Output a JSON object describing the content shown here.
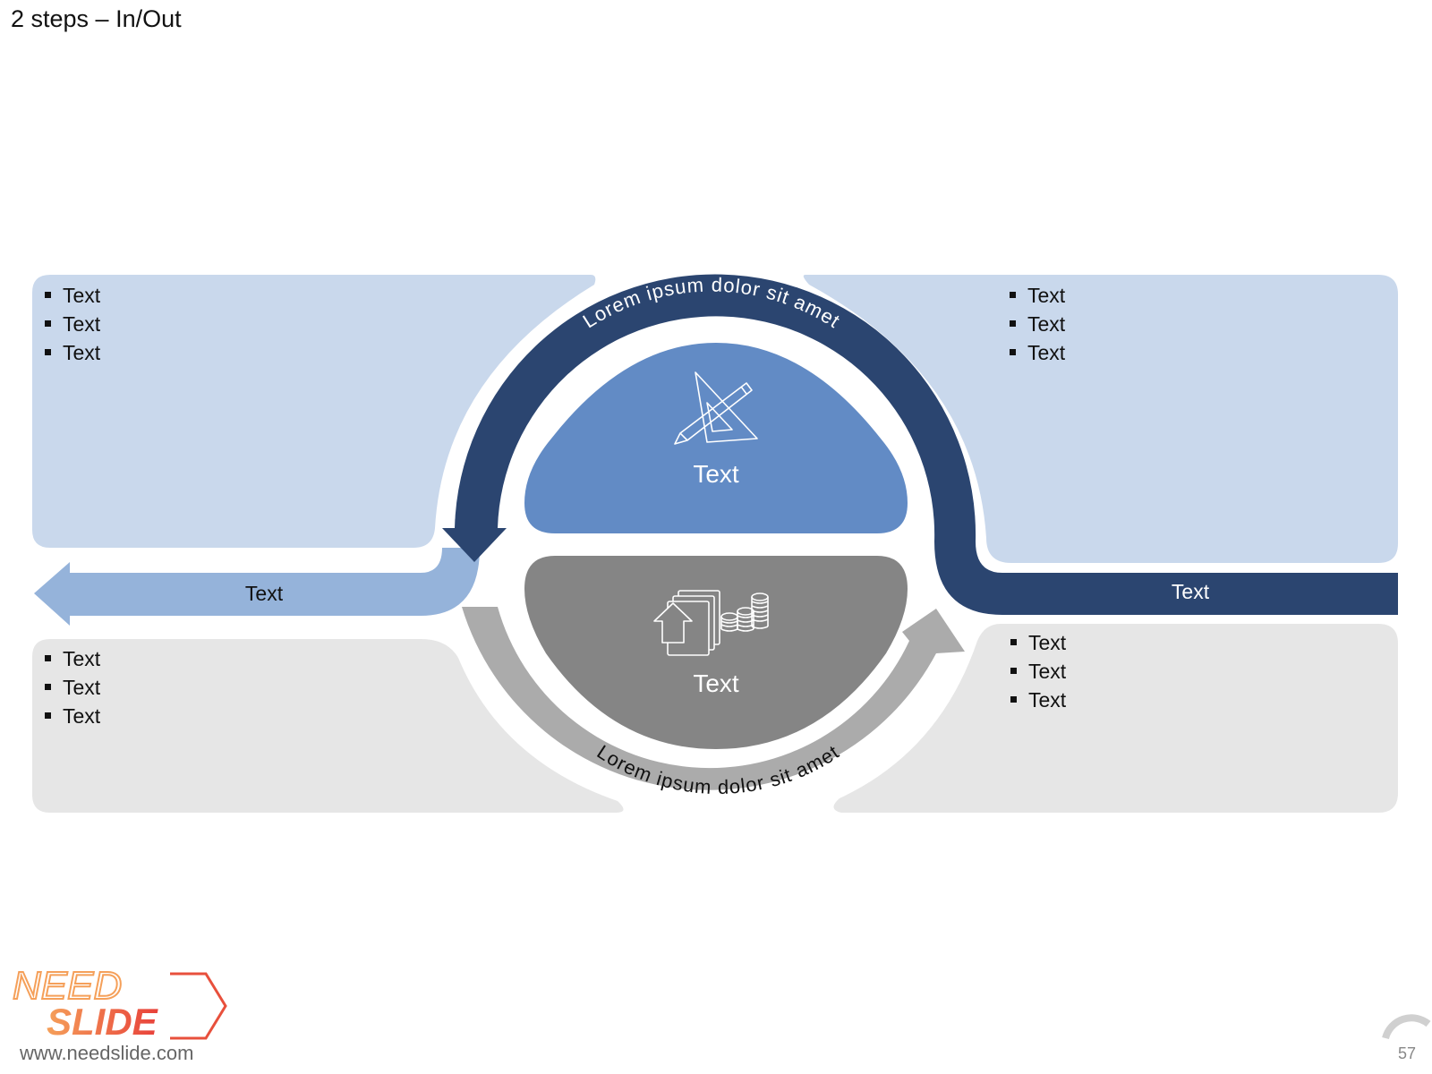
{
  "slide": {
    "title": "2 steps – In/Out",
    "page_number": "57"
  },
  "top_arc": {
    "label": "Lorem ipsum dolor sit amet",
    "color": "#2b4570"
  },
  "bottom_arc": {
    "label": "Lorem ipsum dolor sit amet",
    "color": "#ababab"
  },
  "center_top": {
    "label": "Text",
    "color": "#628bc5",
    "icon": "drafting-tools-icon"
  },
  "center_bottom": {
    "label": "Text",
    "color": "#858585",
    "icon": "documents-coins-icon"
  },
  "left_arrow": {
    "label": "Text",
    "color": "#95b3da"
  },
  "right_bar": {
    "label": "Text",
    "color": "#2b4570"
  },
  "panels": {
    "top_left": {
      "items": [
        "Text",
        "Text",
        "Text"
      ],
      "color": "#c9d8ec"
    },
    "top_right": {
      "items": [
        "Text",
        "Text",
        "Text"
      ],
      "color": "#c9d8ec"
    },
    "bottom_left": {
      "items": [
        "Text",
        "Text",
        "Text"
      ],
      "color": "#e6e6e6"
    },
    "bottom_right": {
      "items": [
        "Text",
        "Text",
        "Text"
      ],
      "color": "#e6e6e6"
    }
  },
  "logo": {
    "line1": "NEED",
    "line2": "SLIDE",
    "url": "www.needslide.com"
  }
}
